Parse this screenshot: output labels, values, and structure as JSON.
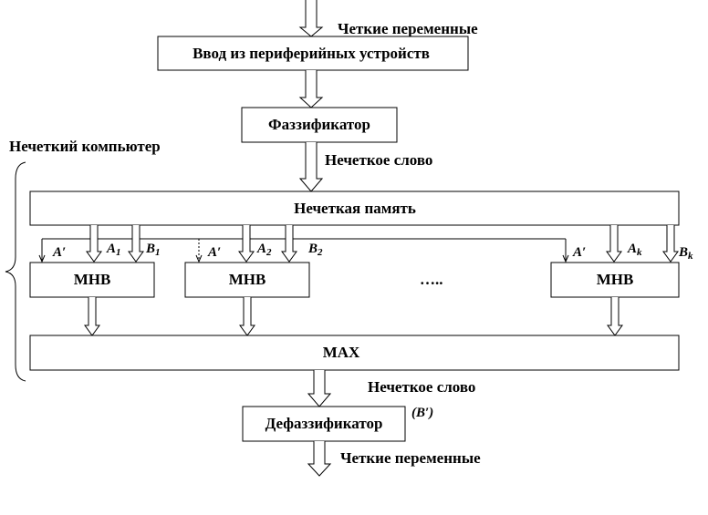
{
  "labels": {
    "crisp_in": "Четкие переменные",
    "fuzzy_computer": "Нечеткий компьютер",
    "fuzzy_word_1": "Нечеткое слово",
    "fuzzy_word_2": "Нечеткое слово",
    "crisp_out": "Четкие переменные",
    "ellipsis": "…..",
    "b_prime": "(B′)"
  },
  "nodes": {
    "input": "Ввод из периферийных  устройств",
    "fuzzifier": "Фаззификатор",
    "memory": "Нечеткая память",
    "mnv1": "МНВ",
    "mnv2": "МНВ",
    "mnv3": "МНВ",
    "max": "MAX",
    "defuzzifier": "Дефаззификатор"
  },
  "symbols": {
    "a_prime": "A′",
    "a": "A",
    "b": "B",
    "sub1": "1",
    "sub2": "2",
    "subk": "k"
  }
}
